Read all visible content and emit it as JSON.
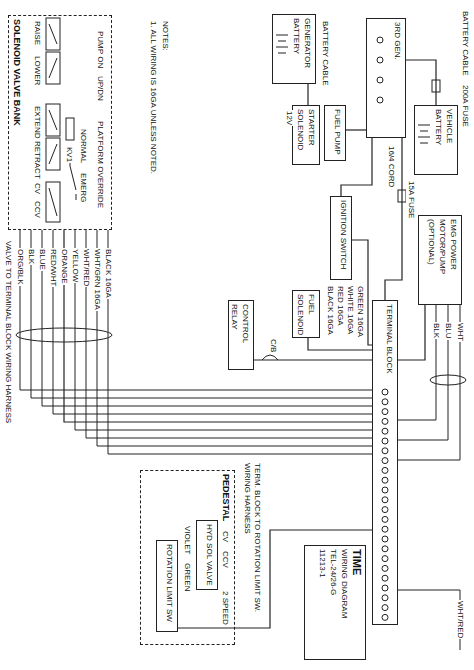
{
  "diagram": {
    "nodes": [
      {
        "text": [
          "SOLENOID VALVE BANK"
        ]
      },
      {
        "text": [
          "3RD GEN."
        ]
      },
      {
        "text": [
          "VEHICLE BATTERY"
        ]
      },
      {
        "text": [
          "GENERATOR BATTERY"
        ]
      },
      {
        "text": [
          "FUEL PUMP"
        ]
      },
      {
        "text": [
          "STARTER SOLENOID"
        ]
      },
      {
        "text": [
          "IGNITION SWITCH"
        ]
      },
      {
        "text": [
          "FUEL SOLENOID"
        ]
      },
      {
        "text": [
          "TERMINAL BLOCK"
        ]
      },
      {
        "text": [
          "CONTROL RELAY"
        ]
      },
      {
        "text": [
          "EMG POWER MOTOR/PUMP (OPTIONAL)"
        ]
      },
      {
        "text": [
          "PEDESTAL"
        ]
      },
      {
        "text": [
          "HYD SOL VALVE"
        ],
        "in": 11
      },
      {
        "text": [
          "ROTATION LIMIT SW"
        ],
        "in": 11
      },
      {
        "text": [
          "TIME",
          "WIRING DIAGRAM",
          "TEL-24/26-G",
          "11213-1"
        ]
      }
    ],
    "edges": [
      {
        "from": 2,
        "to": 1,
        "arrow": "none",
        "label": "BATTERY CABLE"
      },
      {
        "from": 3,
        "to": 5,
        "arrow": "none",
        "label": "BATTERY CABLE"
      },
      {
        "from": 1,
        "to": 6,
        "arrow": "none",
        "label": "16/4 CORD"
      },
      {
        "from": 4,
        "to": 1,
        "arrow": "none"
      },
      {
        "from": 6,
        "to": 8,
        "arrow": "none"
      },
      {
        "from": 7,
        "to": 8,
        "arrow": "none"
      },
      {
        "from": 9,
        "to": 8,
        "arrow": "none"
      },
      {
        "from": 0,
        "to": 8,
        "arrow": "none",
        "label": "VALVE TO TERMINAL BLOCK WIRING HARNESS"
      },
      {
        "from": 8,
        "to": 13,
        "arrow": "none",
        "label": "TERM. BLOCK TO ROTATION LIMIT SW. WIRING HARNESS"
      },
      {
        "from": 1,
        "to": 8,
        "arrow": "none"
      },
      {
        "from": 10,
        "to": 8,
        "arrow": "none"
      }
    ],
    "labels": [
      "200A FUSE",
      "12V",
      "NOTES:",
      "1. ALL WIRING IS 16GA UNLESS NOTED.",
      "15A FUSE",
      "BLACK 16GA",
      "RED 16GA",
      "WHITE 16GA",
      "GREEN 16GA",
      "C/B",
      "PUMP ON",
      "UP/DN",
      "PLATFORM OVERRIDE",
      "NORMAL",
      "EMERG",
      "KV1",
      "RAISE",
      "LOWER",
      "EXTEND",
      "RETRACT",
      "CV",
      "CCV",
      "ORG/BLK",
      "BLK",
      "BLUE",
      "RED/WHT",
      "ORANGE",
      "YELLOW",
      "WHT/RED",
      "WHT/GRN 16GA",
      "BLACK 16GA",
      "BLK",
      "BLU",
      "WHT",
      "WHT/RED",
      "VIOLET",
      "GREEN",
      "CV",
      "CCV",
      "2 SPEED"
    ]
  }
}
